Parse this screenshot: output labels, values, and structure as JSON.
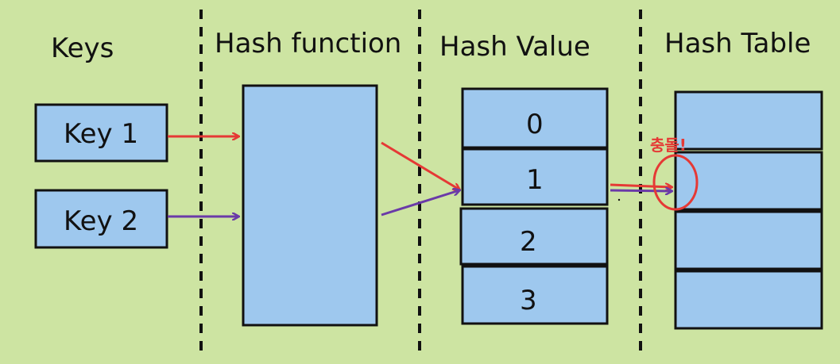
{
  "columns": {
    "keys": "Keys",
    "hash_function": "Hash function",
    "hash_value": "Hash Value",
    "hash_table": "Hash Table"
  },
  "keys": [
    "Key 1",
    "Key 2"
  ],
  "hash_values": [
    "0",
    "1",
    "2",
    "3"
  ],
  "hash_table_slots": 4,
  "collision_label": "충돌!",
  "colors": {
    "background": "#cde4a2",
    "box_fill": "#9ec8ee",
    "box_stroke": "#111111",
    "key1_arrow": "#e53935",
    "key2_arrow": "#6a3aa8",
    "collision": "#e53935"
  }
}
